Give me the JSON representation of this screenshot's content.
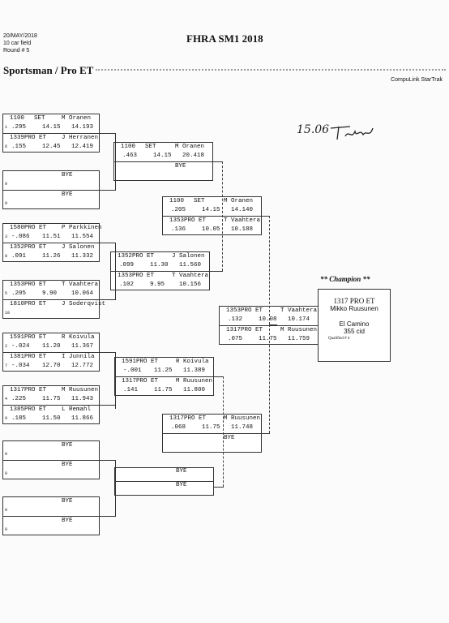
{
  "header": {
    "date": "20/MAY/2018",
    "field": "10 car field",
    "round": "Round # 5",
    "title": "FHRA SM1 2018",
    "class": "Sportsman / Pro ET",
    "software": "CompuLink StarTrak"
  },
  "signature": "15.06",
  "champion": {
    "label": "** Champion **",
    "line1": "1317 PRO ET",
    "line2": "Mikko Ruusunen",
    "car": "El Camino",
    "engine": "355 cid",
    "qualified": "Qualified # 4"
  },
  "boxes": [
    {
      "rows": [
        {
          "seed": "",
          "id": "1100",
          "cls": "SET",
          "name": "M Oranen",
          "rt": "",
          "et": "",
          "sp": ""
        },
        {
          "seed": "1",
          "id": "",
          "cls": "",
          "name": "",
          "rt": ".295",
          "et": "14.15",
          "sp": "14.193"
        },
        {
          "seed": "",
          "id": "1339PRO ET",
          "cls": "",
          "name": "J Herranen",
          "rt": "",
          "et": "",
          "sp": ""
        },
        {
          "seed": "6",
          "id": "",
          "cls": "",
          "name": "",
          "rt": ".155",
          "et": "12.45",
          "sp": "12.419"
        }
      ]
    },
    {
      "rows": [
        {
          "seed": "",
          "id": "",
          "cls": "",
          "name": "BYE",
          "rt": "",
          "et": "",
          "sp": ""
        },
        {
          "seed": "0",
          "id": "",
          "cls": "",
          "name": "",
          "rt": "",
          "et": "",
          "sp": ""
        },
        {
          "seed": "",
          "id": "",
          "cls": "",
          "name": "BYE",
          "rt": "",
          "et": "",
          "sp": ""
        },
        {
          "seed": "0",
          "id": "",
          "cls": "",
          "name": "",
          "rt": "",
          "et": "",
          "sp": ""
        }
      ]
    },
    {
      "rows": [
        {
          "seed": "",
          "id": "1580PRO ET",
          "cls": "",
          "name": "P Parkkinen",
          "rt": "",
          "et": "",
          "sp": ""
        },
        {
          "seed": "3",
          "id": "",
          "cls": "",
          "name": "",
          "rt": "-.086",
          "et": "11.51",
          "sp": "11.554"
        },
        {
          "seed": "",
          "id": "1352PRO ET",
          "cls": "",
          "name": "J Salonen",
          "rt": "",
          "et": "",
          "sp": ""
        },
        {
          "seed": "8",
          "id": "",
          "cls": "",
          "name": "",
          "rt": ".091",
          "et": "11.26",
          "sp": "11.332"
        }
      ]
    },
    {
      "rows": [
        {
          "seed": "",
          "id": "1353PRO ET",
          "cls": "",
          "name": "T Vaahtera",
          "rt": "",
          "et": "",
          "sp": ""
        },
        {
          "seed": "5",
          "id": "",
          "cls": "",
          "name": "",
          "rt": ".205",
          "et": "9.90",
          "sp": "10.064"
        },
        {
          "seed": "",
          "id": "1810PRO ET",
          "cls": "",
          "name": "J Soderqvist",
          "rt": "",
          "et": "",
          "sp": ""
        },
        {
          "seed": "10",
          "id": "",
          "cls": "",
          "name": "",
          "rt": "",
          "et": "",
          "sp": ""
        }
      ]
    },
    {
      "rows": [
        {
          "seed": "",
          "id": "1591PRO ET",
          "cls": "",
          "name": "R Koivula",
          "rt": "",
          "et": "",
          "sp": ""
        },
        {
          "seed": "2",
          "id": "",
          "cls": "",
          "name": "",
          "rt": "-.024",
          "et": "11.20",
          "sp": "11.367"
        },
        {
          "seed": "",
          "id": "1381PRO ET",
          "cls": "",
          "name": "I Junnila",
          "rt": "",
          "et": "",
          "sp": ""
        },
        {
          "seed": "7",
          "id": "",
          "cls": "",
          "name": "",
          "rt": "-.034",
          "et": "12.70",
          "sp": "12.772"
        }
      ]
    },
    {
      "rows": [
        {
          "seed": "",
          "id": "1317PRO ET",
          "cls": "",
          "name": "M Ruusunen",
          "rt": "",
          "et": "",
          "sp": ""
        },
        {
          "seed": "4",
          "id": "",
          "cls": "",
          "name": "",
          "rt": ".225",
          "et": "11.75",
          "sp": "11.943"
        },
        {
          "seed": "",
          "id": "1385PRO ET",
          "cls": "",
          "name": "L Remahl",
          "rt": "",
          "et": "",
          "sp": ""
        },
        {
          "seed": "9",
          "id": "",
          "cls": "",
          "name": "",
          "rt": ".185",
          "et": "11.50",
          "sp": "11.866"
        }
      ]
    },
    {
      "rows": [
        {
          "seed": "",
          "id": "",
          "cls": "",
          "name": "BYE",
          "rt": "",
          "et": "",
          "sp": ""
        },
        {
          "seed": "0",
          "id": "",
          "cls": "",
          "name": "",
          "rt": "",
          "et": "",
          "sp": ""
        },
        {
          "seed": "",
          "id": "",
          "cls": "",
          "name": "BYE",
          "rt": "",
          "et": "",
          "sp": ""
        },
        {
          "seed": "0",
          "id": "",
          "cls": "",
          "name": "",
          "rt": "",
          "et": "",
          "sp": ""
        }
      ]
    },
    {
      "rows": [
        {
          "seed": "",
          "id": "",
          "cls": "",
          "name": "BYE",
          "rt": "",
          "et": "",
          "sp": ""
        },
        {
          "seed": "0",
          "id": "",
          "cls": "",
          "name": "",
          "rt": "",
          "et": "",
          "sp": ""
        },
        {
          "seed": "",
          "id": "",
          "cls": "",
          "name": "BYE",
          "rt": "",
          "et": "",
          "sp": ""
        },
        {
          "seed": "0",
          "id": "",
          "cls": "",
          "name": "",
          "rt": "",
          "et": "",
          "sp": ""
        }
      ]
    },
    {
      "rows": [
        {
          "seed": "",
          "id": "1100",
          "cls": "SET",
          "name": "M Oranen",
          "rt": "",
          "et": "",
          "sp": ""
        },
        {
          "seed": "",
          "id": "",
          "cls": "",
          "name": "",
          "rt": ".463",
          "et": "14.15",
          "sp": "20.418"
        },
        {
          "seed": "",
          "id": "",
          "cls": "",
          "name": "BYE",
          "rt": "",
          "et": "",
          "sp": ""
        },
        {
          "seed": "",
          "id": "",
          "cls": "",
          "name": "",
          "rt": "",
          "et": "",
          "sp": ""
        }
      ]
    },
    {
      "rows": [
        {
          "seed": "",
          "id": "1352PRO ET",
          "cls": "",
          "name": "J Salonen",
          "rt": "",
          "et": "",
          "sp": ""
        },
        {
          "seed": "",
          "id": "",
          "cls": "",
          "name": "",
          "rt": ".099",
          "et": "11.30",
          "sp": "11.560"
        },
        {
          "seed": "",
          "id": "1353PRO ET",
          "cls": "",
          "name": "T Vaahtera",
          "rt": "",
          "et": "",
          "sp": ""
        },
        {
          "seed": "",
          "id": "",
          "cls": "",
          "name": "",
          "rt": ".102",
          "et": "9.95",
          "sp": "10.156"
        }
      ]
    },
    {
      "rows": [
        {
          "seed": "",
          "id": "1591PRO ET",
          "cls": "",
          "name": "R Koivula",
          "rt": "",
          "et": "",
          "sp": ""
        },
        {
          "seed": "",
          "id": "",
          "cls": "",
          "name": "",
          "rt": "-.001",
          "et": "11.25",
          "sp": "11.389"
        },
        {
          "seed": "",
          "id": "1317PRO ET",
          "cls": "",
          "name": "M Ruusunen",
          "rt": "",
          "et": "",
          "sp": ""
        },
        {
          "seed": "",
          "id": "",
          "cls": "",
          "name": "",
          "rt": ".141",
          "et": "11.75",
          "sp": "11.800"
        }
      ]
    },
    {
      "rows": [
        {
          "seed": "",
          "id": "",
          "cls": "",
          "name": "BYE",
          "rt": "",
          "et": "",
          "sp": ""
        },
        {
          "seed": "",
          "id": "",
          "cls": "",
          "name": "",
          "rt": "",
          "et": "",
          "sp": ""
        },
        {
          "seed": "",
          "id": "",
          "cls": "",
          "name": "BYE",
          "rt": "",
          "et": "",
          "sp": ""
        },
        {
          "seed": "",
          "id": "",
          "cls": "",
          "name": "",
          "rt": "",
          "et": "",
          "sp": ""
        }
      ]
    },
    {
      "rows": [
        {
          "seed": "",
          "id": "1100",
          "cls": "SET",
          "name": "M Oranen",
          "rt": "",
          "et": "",
          "sp": ""
        },
        {
          "seed": "",
          "id": "",
          "cls": "",
          "name": "",
          "rt": ".205",
          "et": "14.15",
          "sp": "14.140"
        },
        {
          "seed": "",
          "id": "1353PRO ET",
          "cls": "",
          "name": "T Vaahtera",
          "rt": "",
          "et": "",
          "sp": ""
        },
        {
          "seed": "",
          "id": "",
          "cls": "",
          "name": "",
          "rt": ".136",
          "et": "10.05",
          "sp": "10.188"
        }
      ]
    },
    {
      "rows": [
        {
          "seed": "",
          "id": "1317PRO ET",
          "cls": "",
          "name": "M Ruusunen",
          "rt": "",
          "et": "",
          "sp": ""
        },
        {
          "seed": "",
          "id": "",
          "cls": "",
          "name": "",
          "rt": ".068",
          "et": "11.75",
          "sp": "11.748"
        },
        {
          "seed": "",
          "id": "",
          "cls": "",
          "name": "BYE",
          "rt": "",
          "et": "",
          "sp": ""
        },
        {
          "seed": "",
          "id": "",
          "cls": "",
          "name": "",
          "rt": "",
          "et": "",
          "sp": ""
        }
      ]
    },
    {
      "rows": [
        {
          "seed": "",
          "id": "1353PRO ET",
          "cls": "",
          "name": "T Vaahtera",
          "rt": "",
          "et": "",
          "sp": ""
        },
        {
          "seed": "",
          "id": "",
          "cls": "",
          "name": "",
          "rt": ".132",
          "et": "10.08",
          "sp": "10.174"
        },
        {
          "seed": "",
          "id": "1317PRO ET",
          "cls": "",
          "name": "M Ruusunen",
          "rt": "",
          "et": "",
          "sp": ""
        },
        {
          "seed": "",
          "id": "",
          "cls": "",
          "name": "",
          "rt": ".075",
          "et": "11.75",
          "sp": "11.759"
        }
      ]
    }
  ]
}
